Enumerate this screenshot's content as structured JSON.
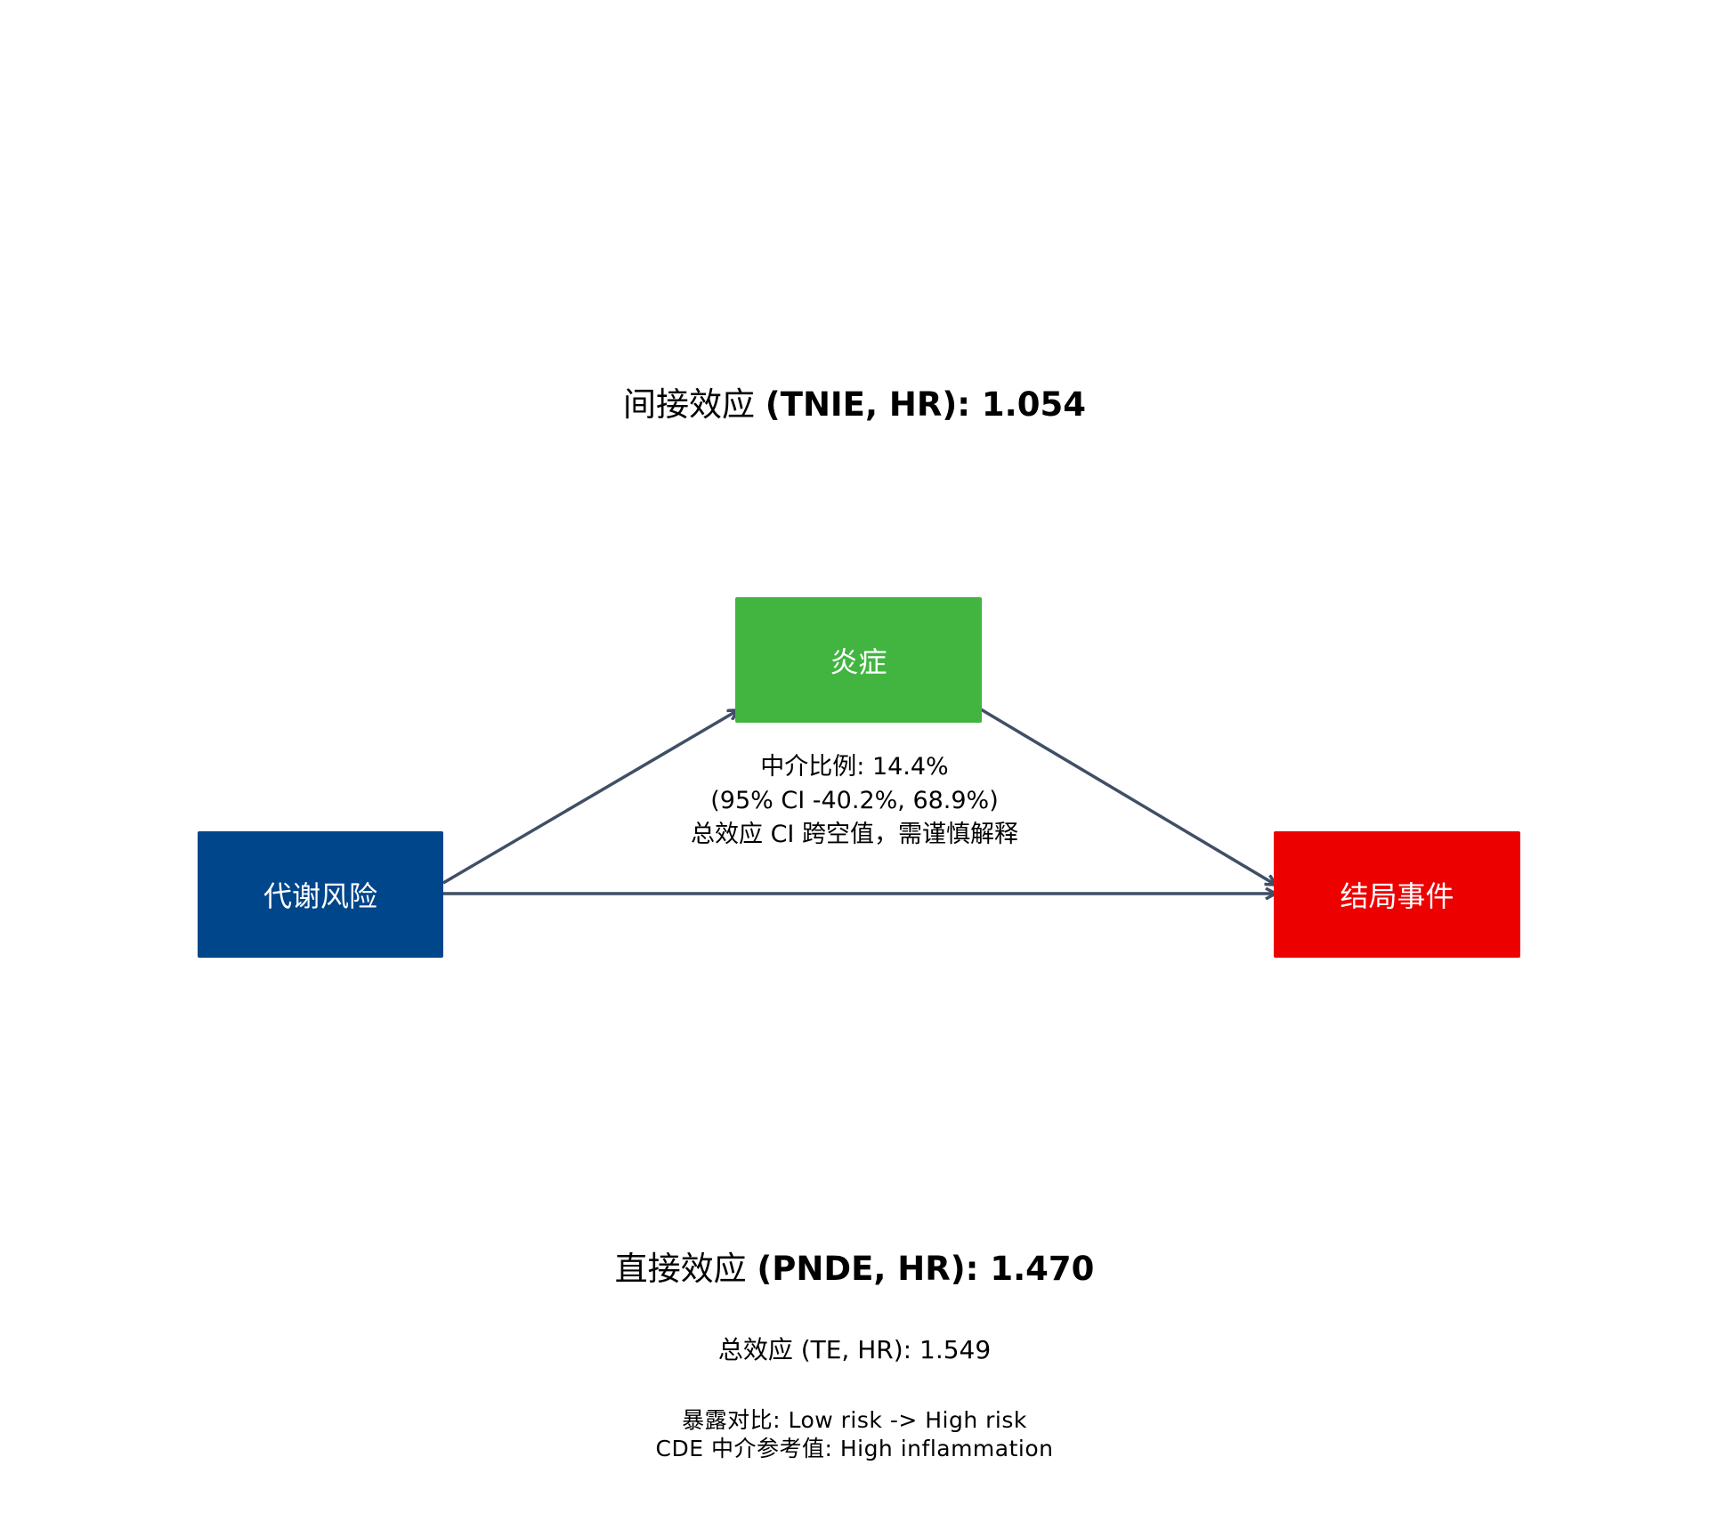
{
  "indirect_effect": {
    "prefix": "间接效应 ",
    "bold": "(TNIE, HR): 1.054"
  },
  "direct_effect": {
    "prefix": "直接效应 ",
    "bold": "(PNDE, HR): 1.470"
  },
  "nodes": {
    "exposure": {
      "label": "代谢风险",
      "color": "#00468B"
    },
    "mediator": {
      "label": "炎症",
      "color": "#42B540"
    },
    "outcome": {
      "label": "结局事件",
      "color": "#ED0000"
    }
  },
  "mediation": {
    "line1": "中介比例: 14.4%",
    "line2": "(95% CI -40.2%, 68.9%)",
    "line3": "总效应 CI 跨空值，需谨慎解释"
  },
  "total_effect": "总效应 (TE, HR): 1.549",
  "footer": {
    "line1": "暴露对比: Low risk -> High risk",
    "line2": "CDE 中介参考值: High inflammation"
  },
  "arrow_color": "#3F4F66"
}
